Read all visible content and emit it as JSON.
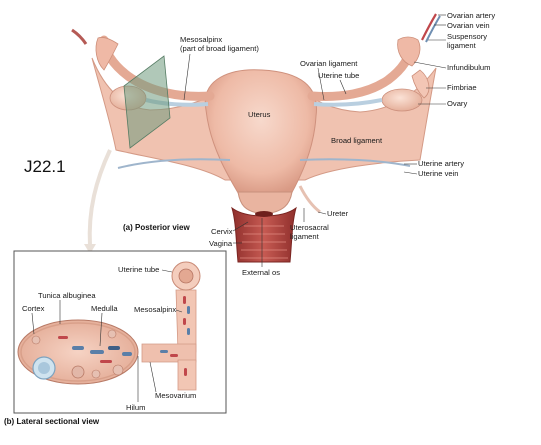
{
  "figure_code": "J22.1",
  "views": {
    "posterior": "(a) Posterior view",
    "lateral": "(b) Lateral sectional view"
  },
  "labels": {
    "ovarian_artery": "Ovarian artery",
    "ovarian_vein": "Ovarian vein",
    "suspensory_ligament_1": "Suspensory",
    "suspensory_ligament_2": "ligament",
    "infundibulum": "Infundibulum",
    "fimbriae": "Fimbriae",
    "ovary": "Ovary",
    "broad_ligament": "Broad ligament",
    "uterine_artery": "Uterine artery",
    "uterine_vein": "Uterine vein",
    "ureter": "Ureter",
    "uterosacral_1": "Uterosacral",
    "uterosacral_2": "ligament",
    "external_os": "External os",
    "vagina": "Vagina",
    "cervix": "Cervix",
    "uterus": "Uterus",
    "ovarian_ligament": "Ovarian ligament",
    "uterine_tube": "Uterine tube",
    "mesosalpinx_1": "Mesosalpinx",
    "mesosalpinx_2": "(part of broad ligament)",
    "b_uterine_tube": "Uterine tube",
    "b_mesosalpinx": "Mesosalpinx",
    "tunica_albuginea": "Tunica albuginea",
    "cortex": "Cortex",
    "medulla": "Medulla",
    "mesovarium": "Mesovarium",
    "hilum": "Hilum"
  },
  "colors": {
    "tissue": "#f2c6b4",
    "tissue_dark": "#dc9c86",
    "tissue_shadow": "#c98a76",
    "vessel_blue": "#8aa7c4",
    "vessel_red": "#c0474b",
    "vagina": "#b24a45",
    "plane": "#6f9a7e",
    "inset_border": "#555555"
  }
}
